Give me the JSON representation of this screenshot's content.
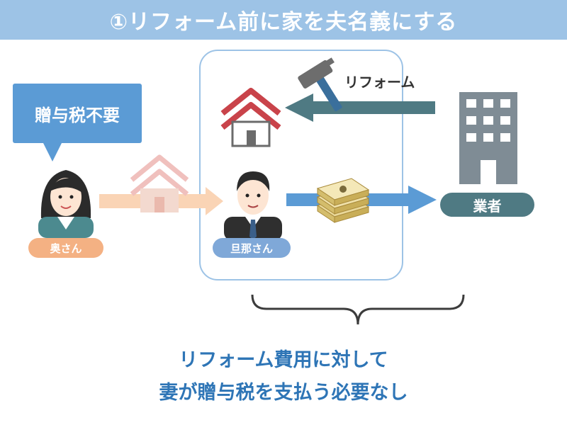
{
  "title": "①リフォーム前に家を夫名義にする",
  "bubble": {
    "text": "贈与税不要"
  },
  "people": {
    "wife_label": "奥さん",
    "husband_label": "旦那さん"
  },
  "vendor": {
    "label": "業者"
  },
  "arrows": {
    "reform_label": "リフォーム"
  },
  "conclusion": {
    "line1": "リフォーム費用に対して",
    "line2": "妻が贈与税を支払う必要なし"
  },
  "colors": {
    "title_bar": "#9dc3e6",
    "accent_blue": "#5b9bd5",
    "group_border": "#9dc3e6",
    "house_red": "#c9434a",
    "house_faded": "#f0c0bd",
    "transfer_arrow_faded": "#fad4b5",
    "reform_arrow": "#4f7a83",
    "payment_arrow": "#5b9bd5",
    "wife_pill": "#f4b183",
    "husband_pill": "#7fa8d8",
    "vendor_pill": "#4f7a83",
    "building": "#7f8c95",
    "conclusion_text": "#2e75b6"
  },
  "icons": [
    "house-icon",
    "faded-house-icon",
    "hammer-icon",
    "building-icon",
    "money-icon",
    "wife-avatar",
    "husband-avatar"
  ]
}
